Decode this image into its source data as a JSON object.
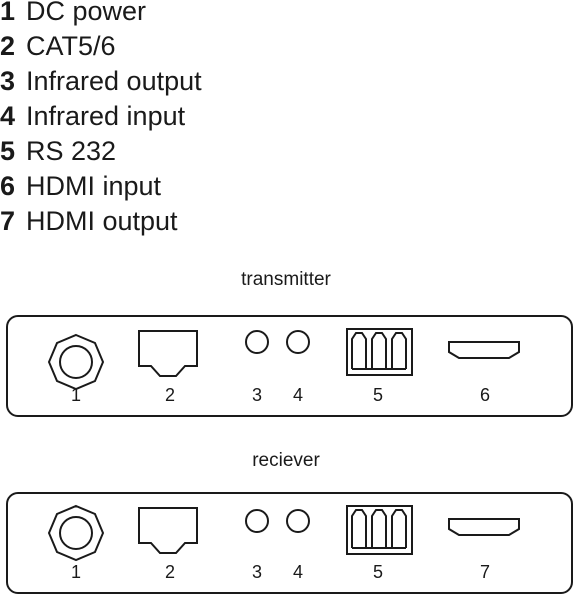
{
  "legend": [
    {
      "num": "1",
      "text": "DC power"
    },
    {
      "num": "2",
      "text": "CAT5/6"
    },
    {
      "num": "3",
      "text": "Infrared output"
    },
    {
      "num": "4",
      "text": "Infrared input"
    },
    {
      "num": "5",
      "text": "RS 232"
    },
    {
      "num": "6",
      "text": "HDMI input"
    },
    {
      "num": "7",
      "text": "HDMI output"
    }
  ],
  "transmitter": {
    "caption": "transmitter",
    "ports": {
      "p1": "1",
      "p2": "2",
      "p3": "3",
      "p4": "4",
      "p5": "5",
      "p6": "6"
    }
  },
  "receiver": {
    "caption": "reciever",
    "ports": {
      "p1": "1",
      "p2": "2",
      "p3": "3",
      "p4": "4",
      "p5": "5",
      "p6": "7"
    }
  },
  "colors": {
    "stroke": "#1a1a1a",
    "background": "#ffffff"
  },
  "icons": [
    "dc-power-jack-icon",
    "rj45-port-icon",
    "ir-output-jack-icon",
    "ir-input-jack-icon",
    "rs232-terminal-icon",
    "hdmi-port-icon"
  ]
}
